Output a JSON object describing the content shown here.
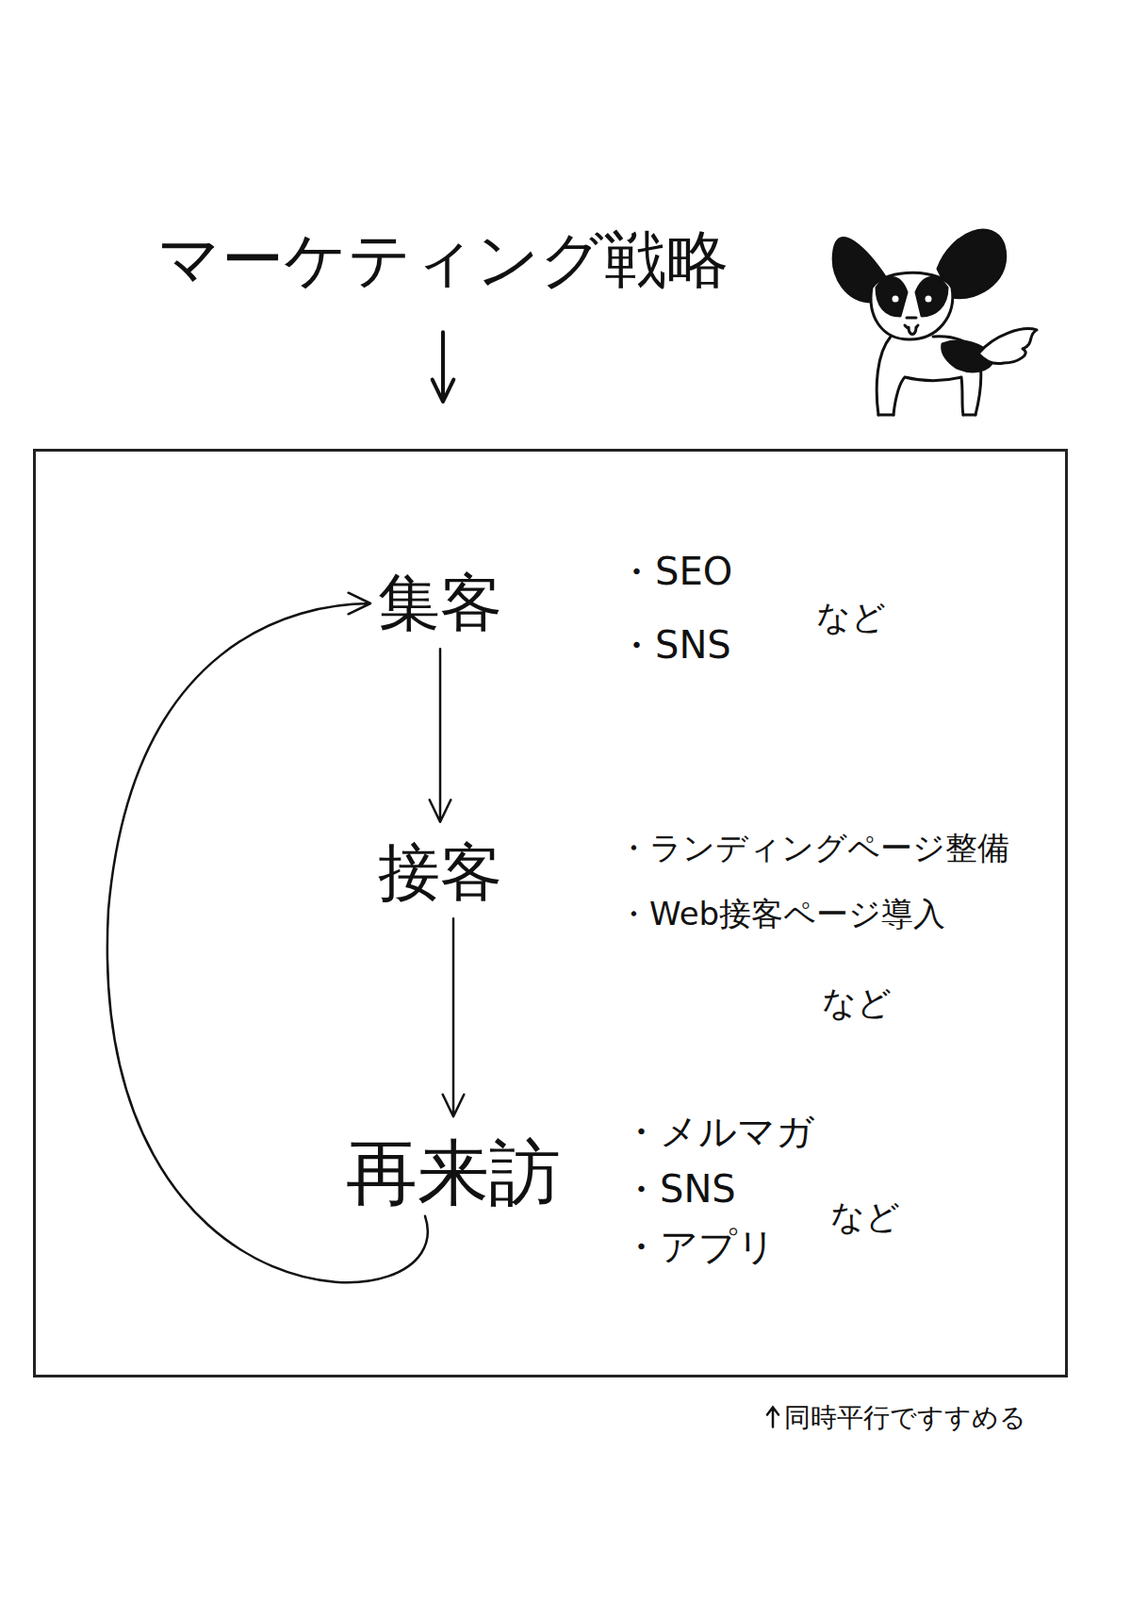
{
  "diagram": {
    "nodes": [
      {
        "text": [
          "マーケティング戦略"
        ]
      },
      {
        "text": []
      },
      {
        "text": [
          "集客"
        ],
        "in": 1
      },
      {
        "text": [
          "接客"
        ],
        "in": 1
      },
      {
        "text": [
          "再来訪"
        ],
        "in": 1
      }
    ],
    "edges": [
      {
        "from": 0,
        "to": 1,
        "arrow": "to"
      },
      {
        "from": 2,
        "to": 3,
        "arrow": "to"
      },
      {
        "from": 3,
        "to": 4,
        "arrow": "to"
      },
      {
        "from": 4,
        "to": 2,
        "arrow": "to"
      }
    ],
    "labels": [
      "・SEO",
      "・SNS",
      "など",
      "・ランディングページ整備",
      "・Web接客ページ導入",
      "など",
      "・メルマガ",
      "・SNS",
      "・アプリ",
      "など",
      "同時平行ですすめる"
    ]
  }
}
